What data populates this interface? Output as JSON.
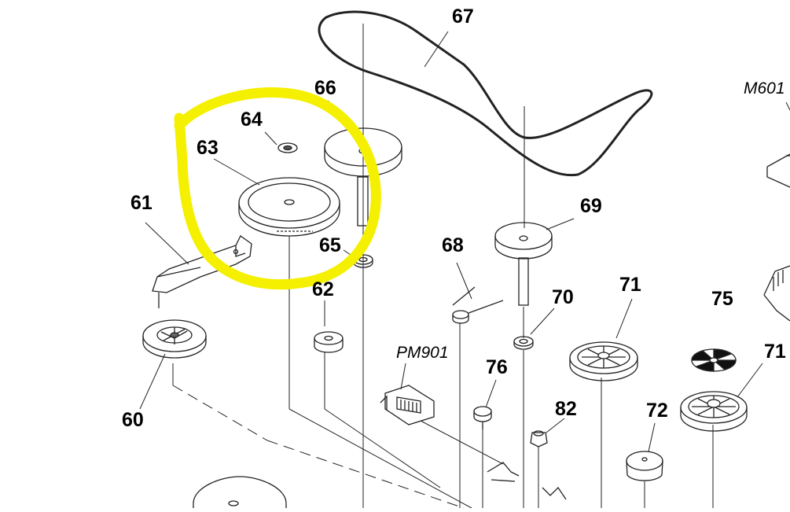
{
  "diagram": {
    "highlight_color": "#f4f000",
    "part_labels": {
      "p60": "60",
      "p61": "61",
      "p62": "62",
      "p63": "63",
      "p64": "64",
      "p65": "65",
      "p66": "66",
      "p67": "67",
      "p68": "68",
      "p69": "69",
      "p70": "70",
      "p71a": "71",
      "p71b": "71",
      "p72": "72",
      "p75": "75",
      "p76": "76",
      "p82": "82",
      "pm901": "PM901",
      "m601": "M601"
    }
  }
}
